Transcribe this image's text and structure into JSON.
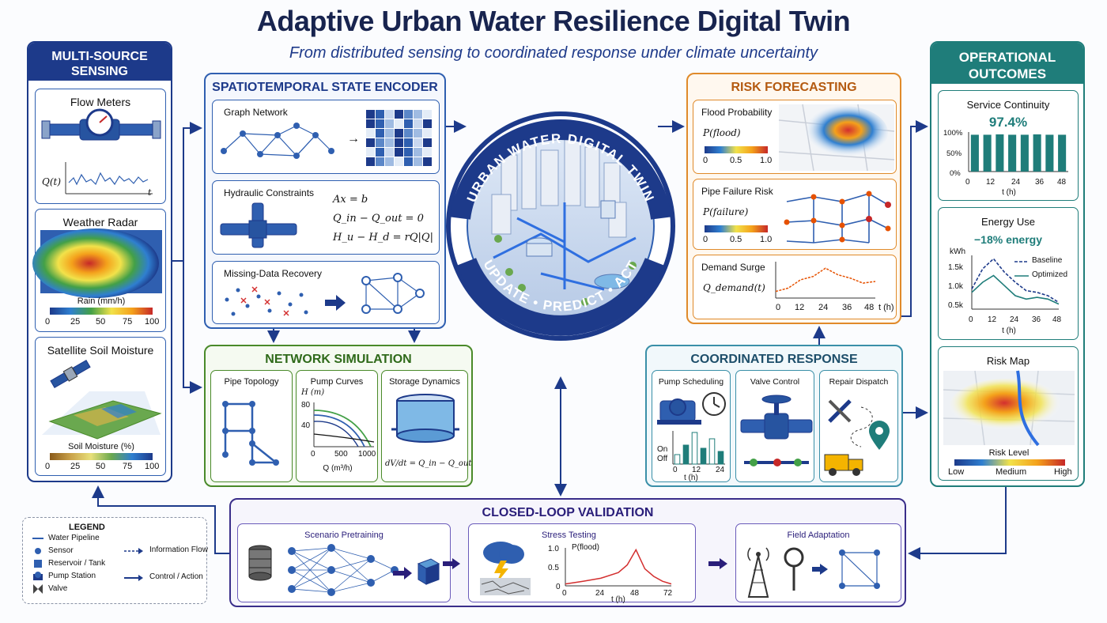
{
  "header": {
    "title": "Adaptive Urban Water Resilience Digital Twin",
    "subtitle": "From distributed sensing to coordinated response under climate uncertainty"
  },
  "sensing": {
    "title_line1": "MULTI-SOURCE",
    "title_line2": "SENSING",
    "flow": {
      "title": "Flow Meters",
      "ylabel": "Q(t)",
      "xlabel": "t"
    },
    "radar": {
      "title": "Weather Radar",
      "scale_label": "Rain (mm/h)",
      "ticks": [
        "0",
        "25",
        "50",
        "75",
        "100"
      ]
    },
    "soil": {
      "title": "Satellite Soil Moisture",
      "scale_label": "Soil Moisture (%)",
      "ticks": [
        "0",
        "25",
        "50",
        "75",
        "100"
      ]
    }
  },
  "encoder": {
    "title": "SPATIOTEMPORAL STATE ENCODER",
    "graph": {
      "title": "Graph Network",
      "arrow": "→"
    },
    "hydraulic": {
      "title": "Hydraulic Constraints",
      "eq1": "Ax = b",
      "eq2": "Q_in − Q_out = 0",
      "eq3": "H_u − H_d = rQ|Q|"
    },
    "missing": {
      "title": "Missing-Data Recovery"
    }
  },
  "twin": {
    "top_text": "URBAN WATER DIGITAL TWIN",
    "bottom_text": "UPDATE • PREDICT • ACT"
  },
  "simulation": {
    "title": "NETWORK SIMULATION",
    "topology": {
      "title": "Pipe Topology"
    },
    "pump": {
      "title": "Pump Curves",
      "ylabel": "H (m)",
      "xlabel": "Q (m³/h)",
      "yticks": [
        "80",
        "40",
        "0"
      ],
      "xticks": [
        "0",
        "500",
        "1000"
      ]
    },
    "storage": {
      "title": "Storage Dynamics",
      "equation": "dV/dt = Q_in − Q_out"
    }
  },
  "risk": {
    "title": "RISK FORECASTING",
    "flood": {
      "title": "Flood Probability",
      "prob": "P(flood)",
      "ticks": [
        "0",
        "0.5",
        "1.0"
      ]
    },
    "pipe": {
      "title": "Pipe Failure Risk",
      "prob": "P(failure)",
      "ticks": [
        "0",
        "0.5",
        "1.0"
      ]
    },
    "demand": {
      "title": "Demand Surge",
      "label": "Q_demand(t)",
      "xticks": [
        "0",
        "12",
        "24",
        "36",
        "48"
      ],
      "xunit": "t (h)"
    }
  },
  "response": {
    "title": "COORDINATED RESPONSE",
    "pump": {
      "title": "Pump Scheduling",
      "on": "On",
      "off": "Off",
      "xticks": [
        "0",
        "12",
        "24"
      ],
      "xunit": "t (h)"
    },
    "valve": {
      "title": "Valve Control"
    },
    "repair": {
      "title": "Repair Dispatch"
    }
  },
  "outcomes": {
    "title_line1": "OPERATIONAL",
    "title_line2": "OUTCOMES",
    "service": {
      "title": "Service Continuity",
      "value": "97.4%",
      "yticks": [
        "100%",
        "50%",
        "0%"
      ],
      "xticks": [
        "0",
        "12",
        "24",
        "36",
        "48"
      ],
      "xunit": "t (h)"
    },
    "energy": {
      "title": "Energy Use",
      "value": "−18% energy",
      "yunit": "kWh",
      "yticks": [
        "1.5k",
        "1.0k",
        "0.5k"
      ],
      "xticks": [
        "0",
        "12",
        "24",
        "36",
        "48"
      ],
      "xunit": "t (h)",
      "legend_baseline": "Baseline",
      "legend_optimized": "Optimized"
    },
    "riskmap": {
      "title": "Risk Map",
      "scale_label": "Risk Level",
      "low": "Low",
      "medium": "Medium",
      "high": "High"
    }
  },
  "validation": {
    "title": "CLOSED-LOOP VALIDATION",
    "pretrain": {
      "title": "Scenario Pretraining"
    },
    "stress": {
      "title": "Stress Testing",
      "ylabel": "P(flood)",
      "yticks": [
        "1.0",
        "0.5",
        "0"
      ],
      "xticks": [
        "0",
        "24",
        "48",
        "72"
      ],
      "xunit": "t (h)"
    },
    "field": {
      "title": "Field Adaptation"
    }
  },
  "legend": {
    "title": "LEGEND",
    "items": [
      "Water Pipeline",
      "Sensor",
      "Reservoir / Tank",
      "Pump Station",
      "Valve"
    ],
    "flow_items": [
      "Information Flow",
      "Control / Action"
    ]
  },
  "colors": {
    "navy": "#1d3a8a",
    "blue": "#2f5fb0",
    "green": "#4a8a2a",
    "orange": "#e08a2a",
    "teal": "#1f7d7a",
    "purple": "#3a2e8a"
  },
  "chart_data": [
    {
      "type": "bar",
      "title": "Service Continuity",
      "categories": [
        "0",
        "6",
        "12",
        "18",
        "24",
        "30",
        "36",
        "42"
      ],
      "values": [
        97,
        97,
        98,
        97,
        97,
        98,
        97,
        97
      ],
      "ylim": [
        0,
        100
      ],
      "xlabel": "t (h)"
    },
    {
      "type": "line",
      "title": "Energy Use",
      "x": [
        0,
        6,
        12,
        18,
        24,
        30,
        36,
        42,
        48
      ],
      "series": [
        {
          "name": "Baseline",
          "values": [
            1.0,
            1.6,
            1.9,
            1.5,
            1.2,
            0.95,
            0.9,
            0.8,
            0.6
          ]
        },
        {
          "name": "Optimized",
          "values": [
            0.9,
            1.2,
            1.4,
            1.1,
            0.8,
            0.7,
            0.75,
            0.7,
            0.55
          ]
        }
      ],
      "ylabel": "kWh",
      "xlabel": "t (h)",
      "xlim": [
        0,
        48
      ]
    },
    {
      "type": "line",
      "title": "Stress Testing",
      "x": [
        0,
        12,
        24,
        36,
        42,
        48,
        54,
        60,
        66,
        72
      ],
      "series": [
        {
          "name": "P(flood)",
          "values": [
            0.05,
            0.12,
            0.2,
            0.35,
            0.55,
            0.95,
            0.45,
            0.25,
            0.12,
            0.05
          ]
        }
      ],
      "ylim": [
        0,
        1.0
      ],
      "xlim": [
        0,
        72
      ],
      "xlabel": "t (h)"
    },
    {
      "type": "line",
      "title": "Demand Surge",
      "x": [
        0,
        6,
        12,
        18,
        24,
        30,
        36,
        42,
        48
      ],
      "series": [
        {
          "name": "Q_demand(t)",
          "values": [
            0.2,
            0.3,
            0.55,
            0.65,
            0.9,
            0.7,
            0.6,
            0.45,
            0.5
          ]
        }
      ],
      "xlim": [
        0,
        48
      ],
      "xlabel": "t (h)"
    },
    {
      "type": "bar",
      "title": "Pump Scheduling",
      "categories": [
        "2",
        "6",
        "10",
        "14",
        "18",
        "22"
      ],
      "values": [
        0.3,
        0.6,
        1.0,
        0.5,
        0.8,
        0.4
      ],
      "xlabel": "t (h)"
    }
  ]
}
